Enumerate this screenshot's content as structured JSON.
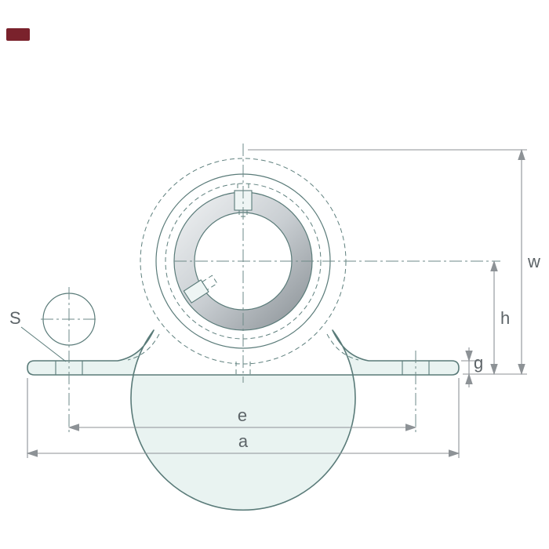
{
  "drawing": {
    "subject": "pillow-block-bearing-front-view",
    "labels": {
      "s": "S",
      "w": "w",
      "h": "h",
      "g": "g",
      "e": "e",
      "a": "a"
    },
    "colors": {
      "housing_fill": "#e9f3f1",
      "outline": "#5a7b79",
      "dimension": "#8d9296",
      "text": "#5d6468",
      "logo": "#7a222c",
      "metal_light": "#f2f4f5",
      "metal_mid": "#c9ced2",
      "metal_dark": "#878e93",
      "bore_fill": "#fcfefe",
      "bolt_fill": "#f6fbfa"
    }
  }
}
